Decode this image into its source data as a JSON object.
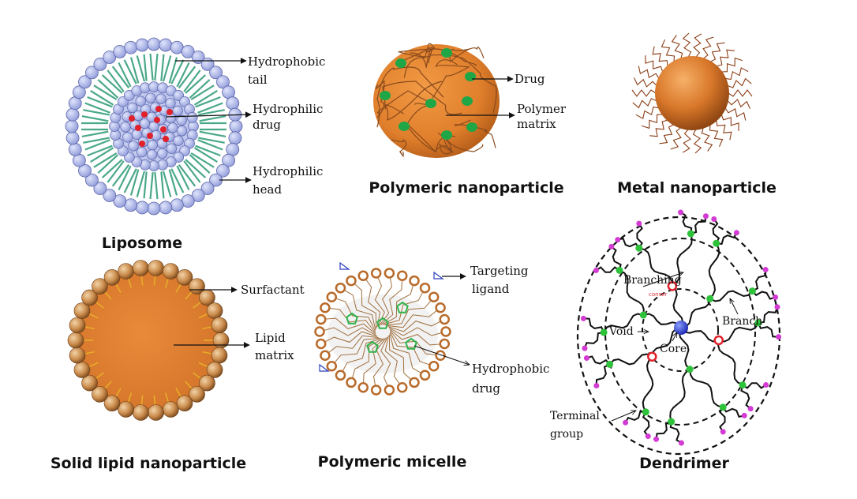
{
  "panels": {
    "liposome": {
      "title": "Liposome",
      "labels": {
        "tail_1": "Hydrophobic",
        "tail_2": "tail",
        "drug_1": "Hydrophilic",
        "drug_2": "drug",
        "head_1": "Hydrophilic",
        "head_2": "head"
      }
    },
    "polymeric_nanoparticle": {
      "title": "Polymeric nanoparticle",
      "labels": {
        "drug": "Drug",
        "matrix_1": "Polymer",
        "matrix_2": "matrix"
      }
    },
    "metal_nanoparticle": {
      "title": "Metal nanoparticle"
    },
    "solid_lipid_nanoparticle": {
      "title": "Solid lipid nanoparticle",
      "labels": {
        "surfactant": "Surfactant",
        "matrix_1": "Lipid",
        "matrix_2": "matrix"
      }
    },
    "polymeric_micelle": {
      "title": "Polymeric micelle",
      "labels": {
        "ligand_1": "Targeting",
        "ligand_2": "ligand",
        "drug_1": "Hydrophobic",
        "drug_2": "drug"
      }
    },
    "dendrimer": {
      "title": "Dendrimer",
      "labels": {
        "branching": "Branching",
        "branching_sub": "conser",
        "branch": "Branch",
        "void": "Void",
        "core": "Core",
        "terminal_1": "Terminal",
        "terminal_2": "group"
      }
    }
  },
  "colors": {
    "head_fill": "#aab4e6",
    "head_stroke": "#5a64a8",
    "tail": "#4aa88a",
    "drug_red": "#e0202a",
    "orange": "#e07f2c",
    "brown": "#8a4a1c",
    "green_dot": "#1fa646",
    "bead": "#c98a4a",
    "ring": "#b86a2a",
    "pentagon": "#2fb24a",
    "ligand": "#2b3fc0",
    "core_blue": "#2a3ad8",
    "node_red": "#e0202a",
    "node_green": "#2ec23a",
    "node_magenta": "#d43ad4"
  }
}
